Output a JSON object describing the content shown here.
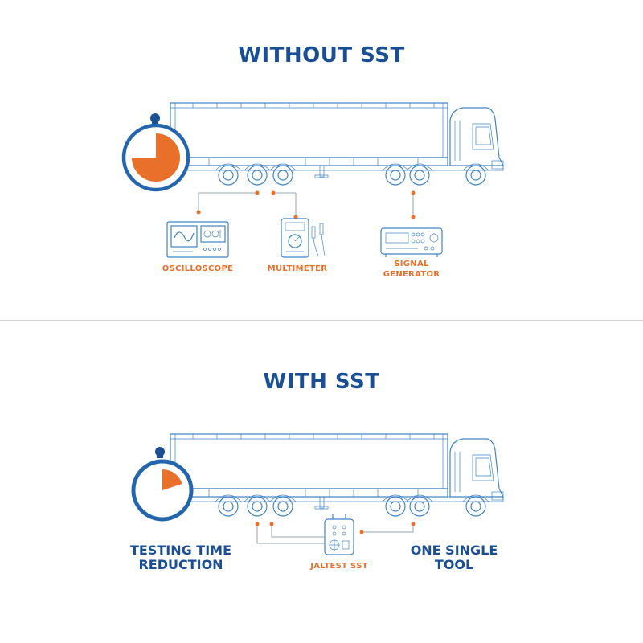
{
  "top": {
    "title": "WITHOUT SST",
    "tools": {
      "oscilloscope": "OSCILLOSCOPE",
      "multimeter": "MULTIMETER",
      "signal_line1": "SIGNAL",
      "signal_line2": "GENERATOR"
    },
    "stopwatch_fraction": 0.75
  },
  "bottom": {
    "title": "WITH SST",
    "tool": "JALTEST SST",
    "left_line1": "TESTING TIME",
    "left_line2": "REDUCTION",
    "right_line1": "ONE SINGLE",
    "right_line2": "TOOL",
    "stopwatch_fraction": 0.2
  },
  "colors": {
    "blue": "#1b4f93",
    "line": "#3f83c6",
    "orange": "#e8702a"
  }
}
